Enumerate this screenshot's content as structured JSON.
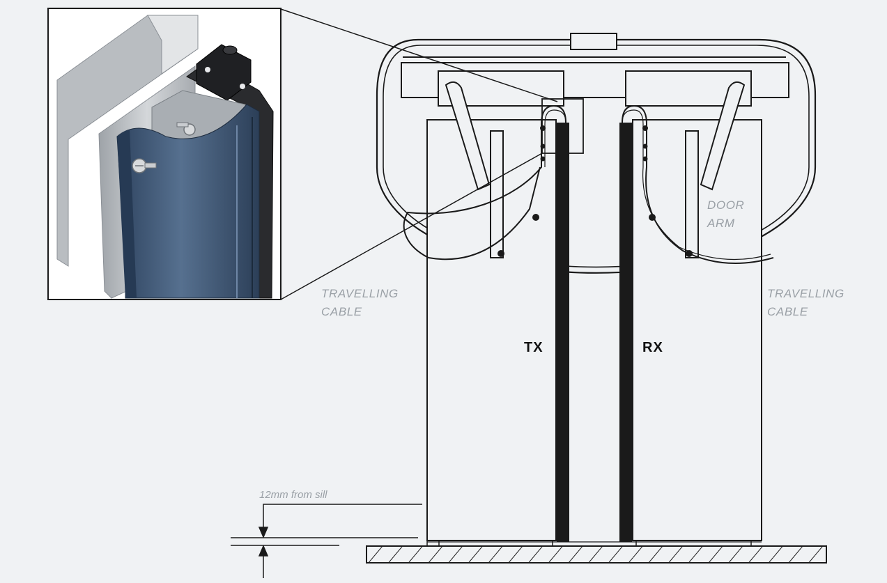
{
  "labels": {
    "travelling_cable_left": [
      "TRAVELLING",
      "CABLE"
    ],
    "travelling_cable_right": [
      "TRAVELLING",
      "CABLE"
    ],
    "door_arm": [
      "DOOR",
      "ARM"
    ],
    "transmitter": "TX",
    "receiver": "RX",
    "sill_offset": "12mm from sill"
  },
  "colors": {
    "background": "#f0f2f4",
    "line": "#1a1a1a",
    "label_grey": "#9aa0a6",
    "edge_blue": "#3e5573"
  }
}
